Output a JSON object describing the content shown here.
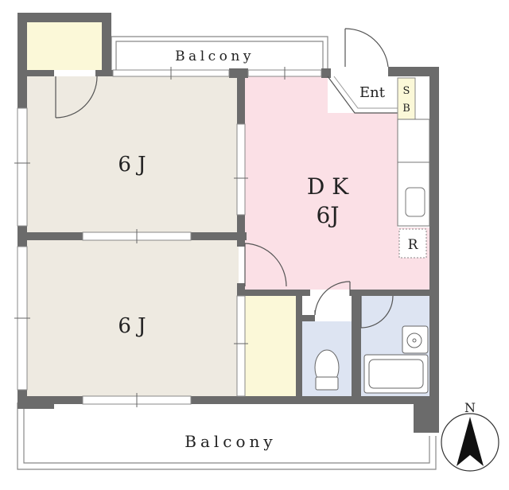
{
  "labels": {
    "balcony_top": "Balcony",
    "balcony_bottom": "Balcony",
    "room_upper_left": "6 J",
    "room_lower_left": "6 J",
    "dk_line1": "D K",
    "dk_line2": "6J",
    "entrance": "Ent",
    "shoebox_s": "S",
    "shoebox_b": "B",
    "refrigerator": "R",
    "compass_n": "N"
  },
  "colors": {
    "wall": "#6b6b6b",
    "tatami": "#eeeae1",
    "dk": "#fbe0e6",
    "closet": "#fbf8d8",
    "wet": "#dde4f2",
    "line": "#555555"
  }
}
